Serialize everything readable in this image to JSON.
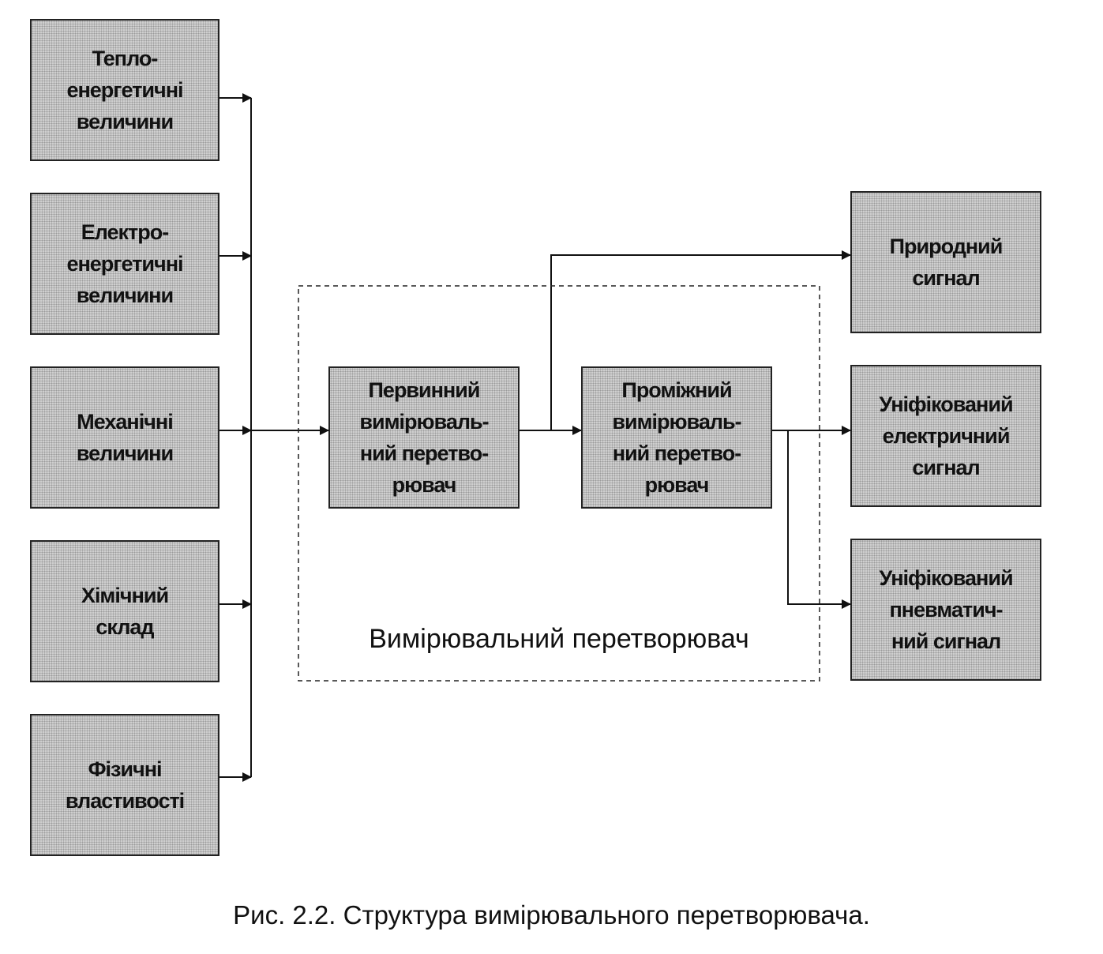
{
  "inputs": [
    "Тепло-\nенергетичні\nвеличини",
    "Електро-\nенергетичні\nвеличини",
    "Механічні\nвеличини",
    "Хімічний\nсклад",
    "Фізичні\nвластивості"
  ],
  "converter": {
    "primary": "Первинний\nвимірюваль-\nний перетво-\nрювач",
    "intermediate": "Проміжний\nвимірюваль-\nний перетво-\nрювач",
    "frame_label": "Вимірювальний перетворювач"
  },
  "outputs": [
    "Природний\nсигнал",
    "Уніфікований\nелектричний\nсигнал",
    "Уніфікований\nпневматич-\nний сигнал"
  ],
  "caption": "Рис. 2.2. Структура вимірювального перетворювача."
}
